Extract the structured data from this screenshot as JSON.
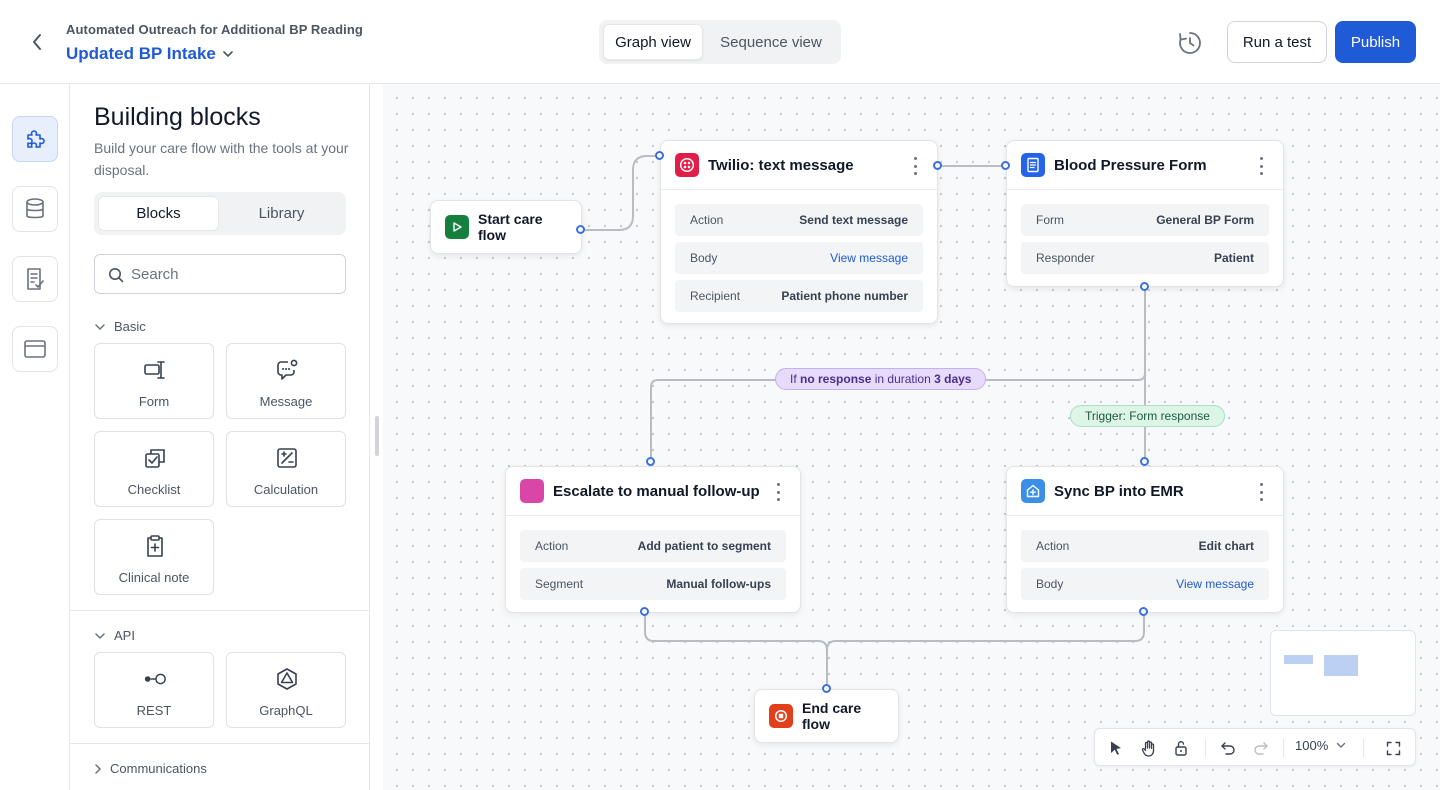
{
  "header": {
    "flow_subtitle": "Automated Outreach for Additional BP Reading",
    "flow_title": "Updated BP Intake",
    "views": [
      "Graph view",
      "Sequence view"
    ],
    "run_test_label": "Run a test",
    "publish_label": "Publish",
    "colors": {
      "accent": "#1f5bd6"
    }
  },
  "rail": {
    "items": [
      "puzzle-icon",
      "database-icon",
      "checklist-doc-icon",
      "layout-icon"
    ]
  },
  "panel": {
    "title": "Building blocks",
    "description": "Build your care flow with the tools at your disposal.",
    "tabs": [
      "Blocks",
      "Library"
    ],
    "search_placeholder": "Search",
    "sections": {
      "basic": {
        "label": "Basic",
        "blocks": [
          "Form",
          "Message",
          "Checklist",
          "Calculation",
          "Clinical note"
        ]
      },
      "api": {
        "label": "API",
        "blocks": [
          "REST",
          "GraphQL"
        ]
      },
      "communications": {
        "label": "Communications"
      }
    }
  },
  "canvas": {
    "start": {
      "label": "Start care flow"
    },
    "twilio": {
      "title": "Twilio: text message",
      "rows": [
        {
          "k": "Action",
          "v": "Send text message"
        },
        {
          "k": "Body",
          "v": "View message"
        },
        {
          "k": "Recipient",
          "v": "Patient phone number"
        }
      ]
    },
    "bp_form": {
      "title": "Blood Pressure Form",
      "rows": [
        {
          "k": "Form",
          "v": "General BP Form"
        },
        {
          "k": "Responder",
          "v": "Patient"
        }
      ]
    },
    "edge_no_response": {
      "prefix": "If",
      "bold1": "no response",
      "mid": "in duration",
      "bold2": "3 days"
    },
    "edge_trigger": {
      "label": "Trigger: Form response"
    },
    "escalate": {
      "title": "Escalate to manual follow-up",
      "rows": [
        {
          "k": "Action",
          "v": "Add patient to segment"
        },
        {
          "k": "Segment",
          "v": "Manual follow-ups"
        }
      ]
    },
    "sync": {
      "title": "Sync BP into EMR",
      "rows": [
        {
          "k": "Action",
          "v": "Edit chart"
        },
        {
          "k": "Body",
          "v": "View message"
        }
      ]
    },
    "end": {
      "label": "End care flow"
    },
    "toolbar": {
      "zoom": "100%"
    }
  }
}
